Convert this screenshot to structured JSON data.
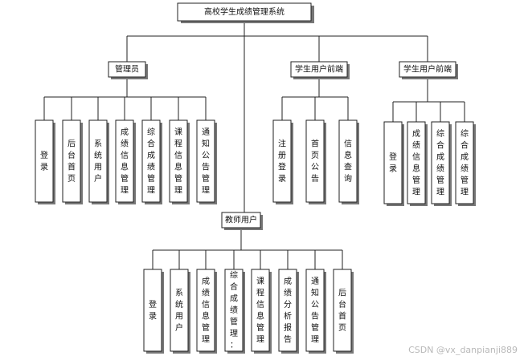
{
  "title": "高校学生成绩管理系统",
  "groups": [
    {
      "id": "admin",
      "label": "管理员",
      "items": [
        "登录",
        "后台首页",
        "系统用户",
        "成绩信息管理",
        "综合成绩管理",
        "课程信息管理",
        "通知公告管理"
      ]
    },
    {
      "id": "student-front",
      "label": "学生用户前端",
      "items": [
        "注册登录",
        "首页公告",
        "信息查询"
      ]
    },
    {
      "id": "student",
      "label": "学生用户前端",
      "items": [
        "登录",
        "成绩信息管理",
        "综合成绩管理",
        "综合成绩管理"
      ]
    },
    {
      "id": "teacher",
      "label": "教师用户",
      "items": [
        "登录",
        "系统用户",
        "成绩信息管理",
        "综合成绩管理：",
        "课程信息管理",
        "成绩分析报告",
        "通知公告管理",
        "后台首页"
      ]
    }
  ],
  "watermark": "CSDN @vx_danpianji889"
}
